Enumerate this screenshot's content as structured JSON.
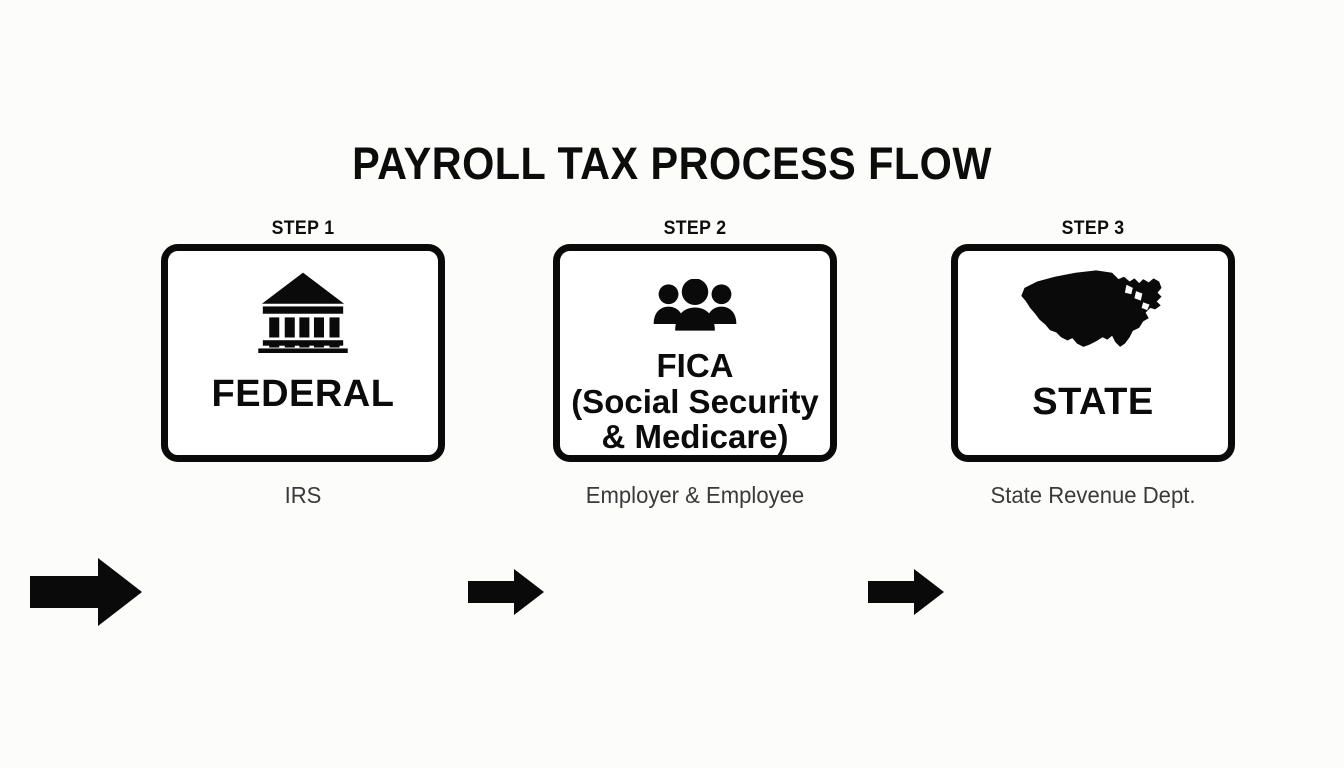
{
  "title": "PAYROLL TAX PROCESS FLOW",
  "background_color": "#fcfcfb",
  "ink_color": "#0a0a0a",
  "caption_color": "#3a3a3a",
  "steps": [
    {
      "step_label": "STEP 1",
      "icon": "bank-building-icon",
      "title": "FEDERAL",
      "caption": "IRS"
    },
    {
      "step_label": "STEP 2",
      "icon": "people-group-icon",
      "title_line_1": "FICA",
      "title_line_2": "(Social Security",
      "title_line_3": "& Medicare)",
      "caption": "Employer & Employee"
    },
    {
      "step_label": "STEP 3",
      "icon": "usa-map-icon",
      "title": "STATE",
      "caption": "State Revenue Dept."
    }
  ],
  "arrows": [
    {
      "name": "entry-arrow",
      "direction": "right"
    },
    {
      "name": "arrow-step1-to-step2",
      "direction": "right"
    },
    {
      "name": "arrow-step2-to-step3",
      "direction": "right"
    }
  ]
}
